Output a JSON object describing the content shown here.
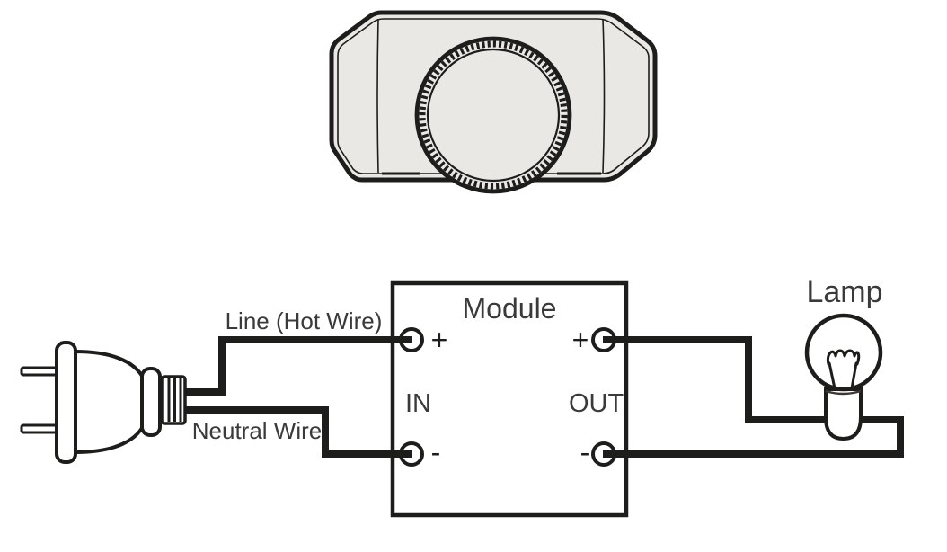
{
  "diagram": {
    "device": {
      "name": "rotary-dimmer-knob-module"
    },
    "labels": {
      "line_hot": "Line (Hot Wire)",
      "neutral": "Neutral Wire",
      "module_title": "Module",
      "in": "IN",
      "out": "OUT",
      "lamp": "Lamp",
      "in_plus": "+",
      "in_minus": "-",
      "out_plus": "+",
      "out_minus": "-"
    },
    "colors": {
      "background": "#ffffff",
      "line": "#1d1d1b",
      "text": "#3a3a39",
      "device_fill": "#e9e8e5"
    }
  }
}
